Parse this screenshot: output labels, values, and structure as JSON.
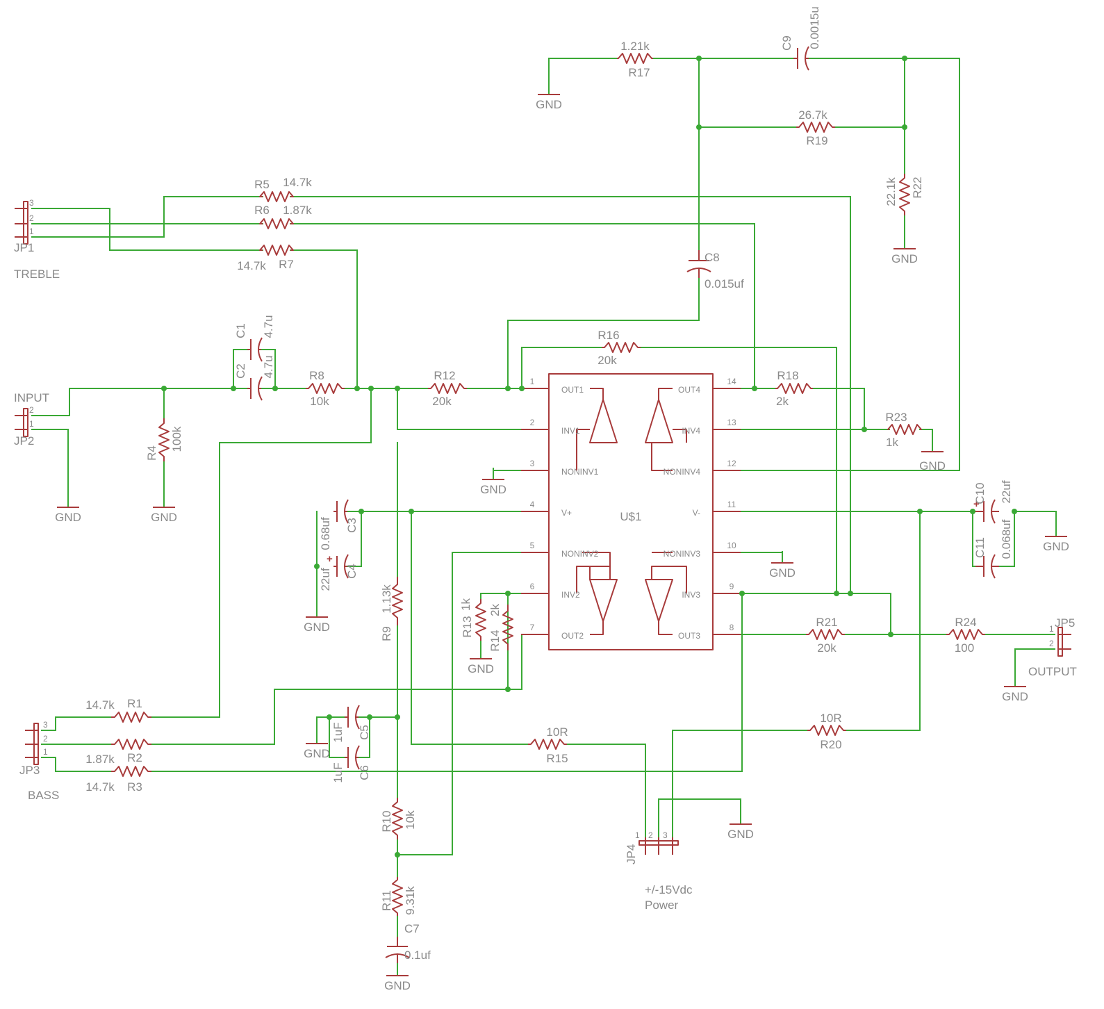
{
  "colors": {
    "wire": "#3aa935",
    "part": "#a83b3b",
    "text": "#8a8a8a",
    "background": "#ffffff"
  },
  "ic": {
    "name": "U$1",
    "pins": [
      {
        "num": "1",
        "name": "OUT1"
      },
      {
        "num": "2",
        "name": "INV1"
      },
      {
        "num": "3",
        "name": "NONINV1"
      },
      {
        "num": "4",
        "name": "V+"
      },
      {
        "num": "5",
        "name": "NONINV2"
      },
      {
        "num": "6",
        "name": "INV2"
      },
      {
        "num": "7",
        "name": "OUT2"
      },
      {
        "num": "14",
        "name": "OUT4"
      },
      {
        "num": "13",
        "name": "INV4"
      },
      {
        "num": "12",
        "name": "NONINV4"
      },
      {
        "num": "11",
        "name": "V-"
      },
      {
        "num": "10",
        "name": "NONINV3"
      },
      {
        "num": "9",
        "name": "INV3"
      },
      {
        "num": "8",
        "name": "OUT3"
      }
    ]
  },
  "resistors": [
    {
      "ref": "R1",
      "value": "14.7k"
    },
    {
      "ref": "R2",
      "value": "1.87k"
    },
    {
      "ref": "R3",
      "value": "14.7k"
    },
    {
      "ref": "R4",
      "value": "100k"
    },
    {
      "ref": "R5",
      "value": "14.7k"
    },
    {
      "ref": "R6",
      "value": "1.87k"
    },
    {
      "ref": "R7",
      "value": "14.7k"
    },
    {
      "ref": "R8",
      "value": "10k"
    },
    {
      "ref": "R9",
      "value": "1.13k"
    },
    {
      "ref": "R10",
      "value": "10k"
    },
    {
      "ref": "R11",
      "value": "9.31k"
    },
    {
      "ref": "R12",
      "value": "20k"
    },
    {
      "ref": "R13",
      "value": "1k"
    },
    {
      "ref": "R14",
      "value": "2k"
    },
    {
      "ref": "R15",
      "value": "10R"
    },
    {
      "ref": "R16",
      "value": "20k"
    },
    {
      "ref": "R17",
      "value": "1.21k"
    },
    {
      "ref": "R18",
      "value": "2k"
    },
    {
      "ref": "R19",
      "value": "26.7k"
    },
    {
      "ref": "R20",
      "value": "10R"
    },
    {
      "ref": "R21",
      "value": "20k"
    },
    {
      "ref": "R22",
      "value": "22.1k"
    },
    {
      "ref": "R23",
      "value": "1k"
    },
    {
      "ref": "R24",
      "value": "100"
    }
  ],
  "capacitors": [
    {
      "ref": "C1",
      "value": "4.7u"
    },
    {
      "ref": "C2",
      "value": "4.7u"
    },
    {
      "ref": "C3",
      "value": "0.68uf"
    },
    {
      "ref": "C4",
      "value": "22uf"
    },
    {
      "ref": "C5",
      "value": "1uF"
    },
    {
      "ref": "C6",
      "value": "1uF"
    },
    {
      "ref": "C7",
      "value": "0.1uf"
    },
    {
      "ref": "C8",
      "value": "0.015uf"
    },
    {
      "ref": "C9",
      "value": "0.0015u"
    },
    {
      "ref": "C10",
      "value": "22uf"
    },
    {
      "ref": "C11",
      "value": "0.068uf"
    }
  ],
  "connectors": [
    {
      "ref": "JP1",
      "label": "TREBLE",
      "pins": [
        "1",
        "2",
        "3"
      ]
    },
    {
      "ref": "JP2",
      "label": "INPUT",
      "pins": [
        "1",
        "2"
      ]
    },
    {
      "ref": "JP3",
      "label": "BASS",
      "pins": [
        "1",
        "2",
        "3"
      ]
    },
    {
      "ref": "JP4",
      "label": "+/-15Vdc",
      "label2": "Power",
      "pins": [
        "1",
        "2",
        "3"
      ]
    },
    {
      "ref": "JP5",
      "label": "OUTPUT",
      "pins": [
        "1",
        "2"
      ]
    }
  ],
  "ground_label": "GND"
}
